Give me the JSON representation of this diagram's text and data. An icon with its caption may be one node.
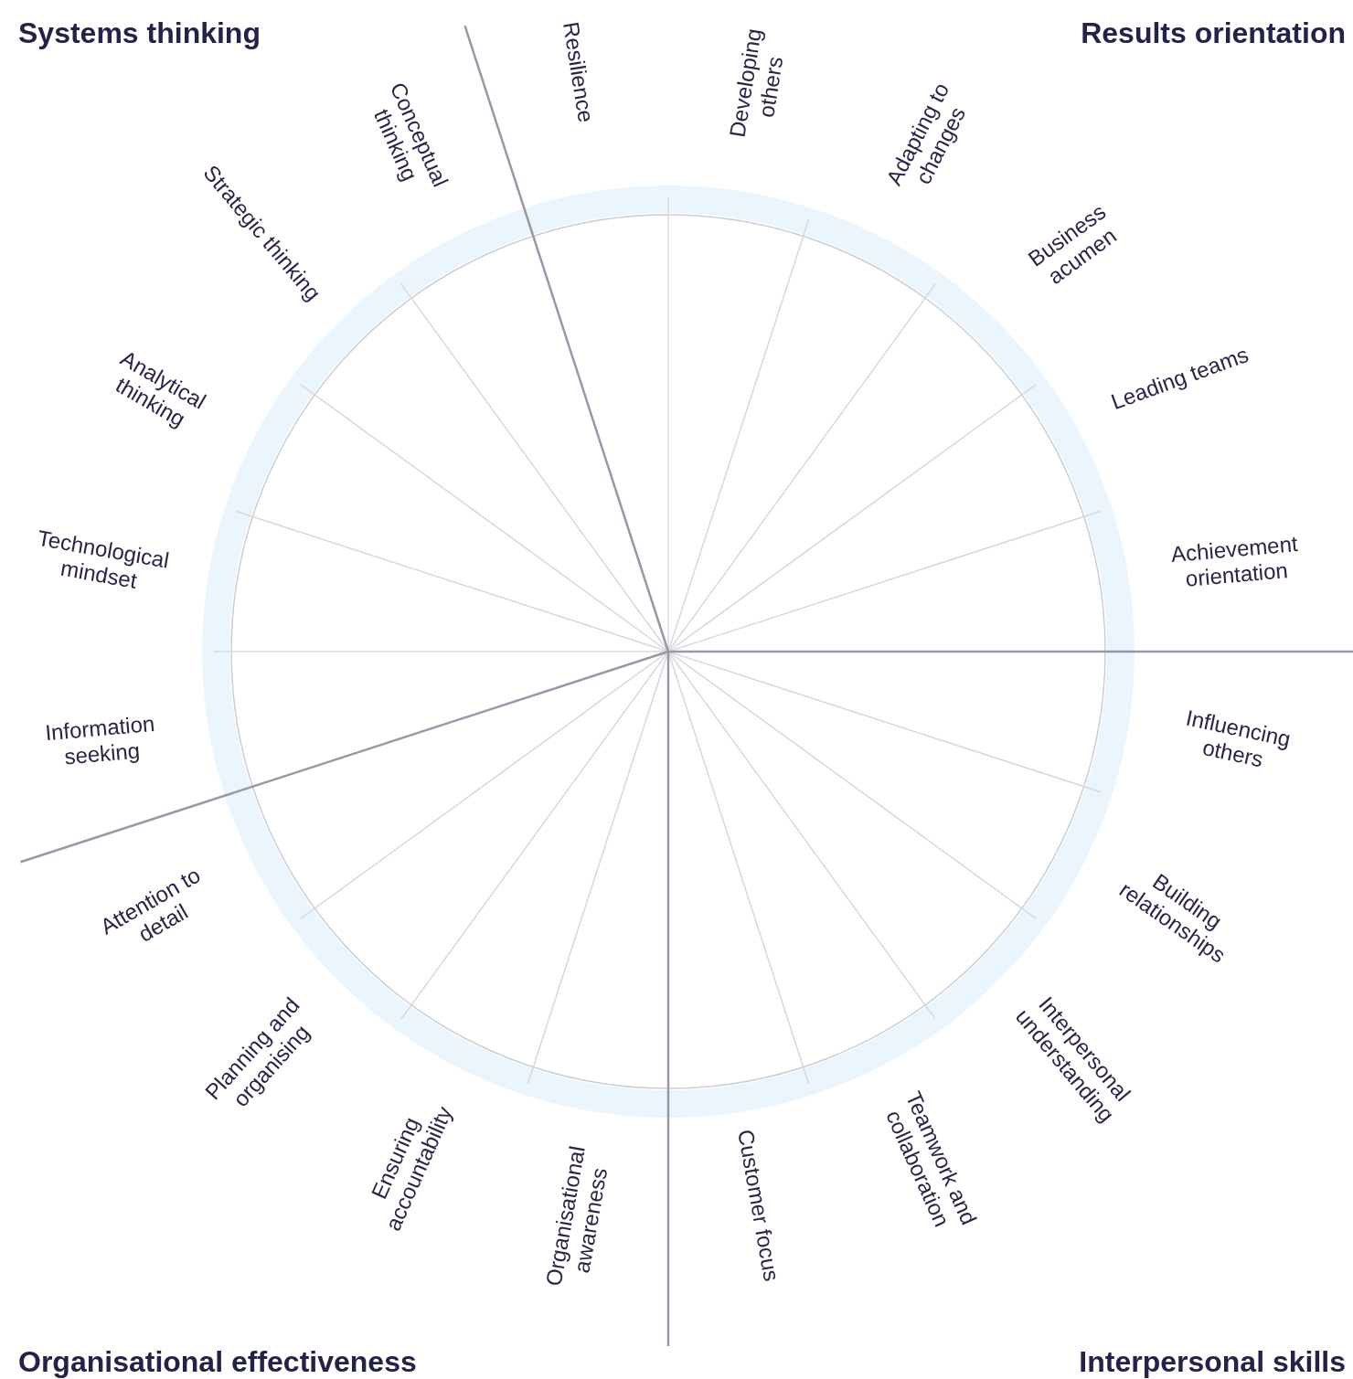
{
  "diagram": {
    "labels": [
      "Systems thinking",
      "Results orientation",
      "Resilience",
      "Developing others",
      "Adapting to changes",
      "Business acumen",
      "Leading teams",
      "Achievement orientation",
      "Influencing others",
      "Building relationships",
      "Interpersonal understanding",
      "Teamwork and collaboration",
      "Customer focus",
      "Organisational awareness",
      "Ensuring accountability",
      "Planning and organising",
      "Attention to detail",
      "Information seeking",
      "Technological mindset",
      "Analytical thinking",
      "Strategic thinking",
      "Conceptual thinking",
      "Organisational effectiveness",
      "Interpersonal skills"
    ]
  }
}
